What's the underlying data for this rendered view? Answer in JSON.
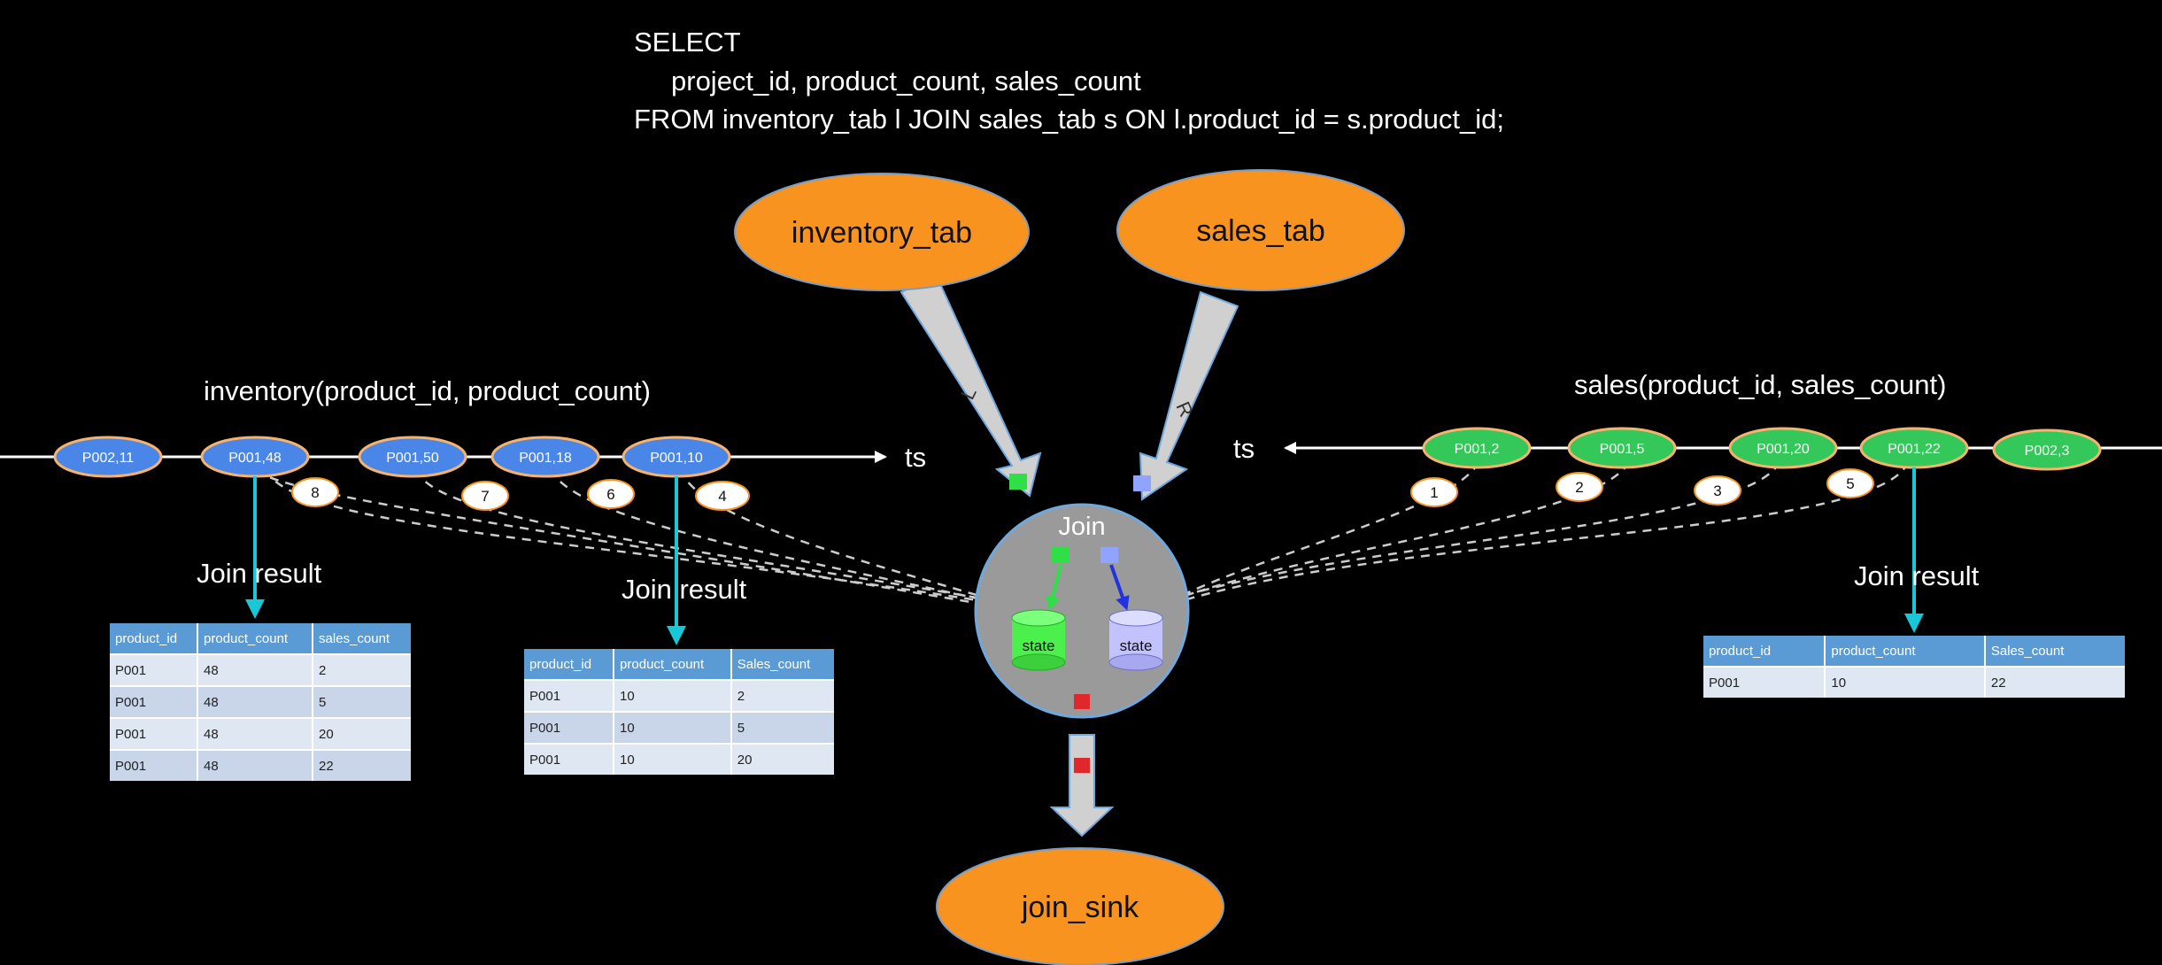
{
  "sql": {
    "line1": "SELECT",
    "line2": "project_id, product_count, sales_count",
    "line3": "FROM inventory_tab l JOIN sales_tab s ON l.product_id = s.product_id;"
  },
  "nodes": {
    "inventory_tab": "inventory_tab",
    "sales_tab": "sales_tab",
    "join": "Join",
    "join_sink": "join_sink",
    "state_left": "state",
    "state_right": "state"
  },
  "edges": {
    "left_letter": "L",
    "right_letter": "R"
  },
  "inventory_stream": {
    "title": "inventory(product_id, product_count)",
    "axis_label": "ts",
    "events": [
      "P002,11",
      "P001,48",
      "P001,50",
      "P001,18",
      "P001,10"
    ],
    "order_numbers": [
      "8",
      "7",
      "6",
      "4"
    ]
  },
  "sales_stream": {
    "title": "sales(product_id, sales_count)",
    "axis_label": "ts",
    "events": [
      "P001,2",
      "P001,5",
      "P001,20",
      "P001,22",
      "P002,3"
    ],
    "order_numbers": [
      "1",
      "2",
      "3",
      "5"
    ]
  },
  "join_result_label": "Join result",
  "tables": {
    "t1": {
      "headers": [
        "product_id",
        "product_count",
        "sales_count"
      ],
      "rows": [
        [
          "P001",
          "48",
          "2"
        ],
        [
          "P001",
          "48",
          "5"
        ],
        [
          "P001",
          "48",
          "20"
        ],
        [
          "P001",
          "48",
          "22"
        ]
      ]
    },
    "t2": {
      "headers": [
        "product_id",
        "product_count",
        "Sales_count"
      ],
      "rows": [
        [
          "P001",
          "10",
          "2"
        ],
        [
          "P001",
          "10",
          "5"
        ],
        [
          "P001",
          "10",
          "20"
        ]
      ]
    },
    "t3": {
      "headers": [
        "product_id",
        "product_count",
        "Sales_count"
      ],
      "rows": [
        [
          "P001",
          "10",
          "22"
        ]
      ]
    }
  },
  "colors": {
    "orange": "#f7931e",
    "inventory_event": "#4a86e8",
    "sales_event": "#34c759",
    "cyan": "#18c8d8",
    "join_circle": "#9a9a9a"
  }
}
